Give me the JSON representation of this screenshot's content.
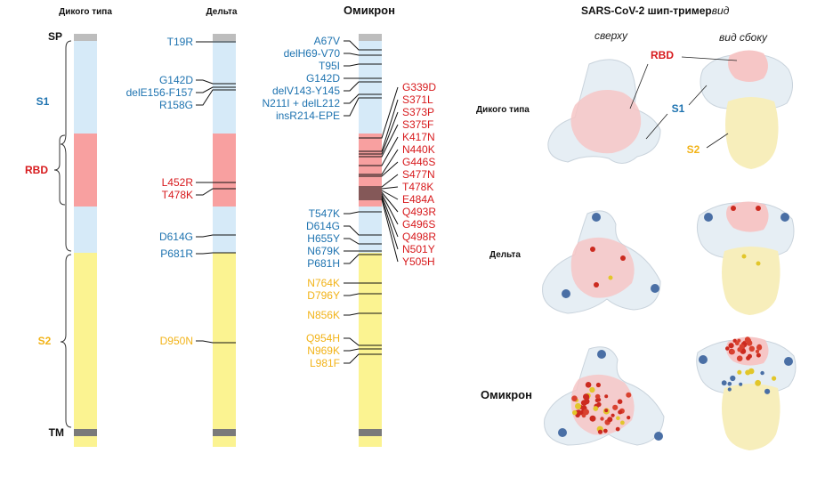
{
  "titles": {
    "wild_type": "Дикого типа",
    "delta": "Дельта",
    "omicron": "Омикрон",
    "trimer": "SARS-CoV-2 шип-тример",
    "trimer_suffix": "вид"
  },
  "regions": {
    "sp": "SP",
    "s1": "S1",
    "rbd": "RBD",
    "s2": "S2",
    "tm": "TM"
  },
  "delta_mutations": [
    {
      "label": "T19R",
      "group": "s1"
    },
    {
      "label": "G142D",
      "group": "s1"
    },
    {
      "label": "delE156-F157",
      "group": "s1"
    },
    {
      "label": "R158G",
      "group": "s1"
    },
    {
      "label": "L452R",
      "group": "rbd"
    },
    {
      "label": "T478K",
      "group": "rbd"
    },
    {
      "label": "D614G",
      "group": "s1"
    },
    {
      "label": "P681R",
      "group": "s1"
    },
    {
      "label": "D950N",
      "group": "s2"
    }
  ],
  "omicron_mutations_left": [
    {
      "label": "A67V",
      "group": "s1"
    },
    {
      "label": "delH69-V70",
      "group": "s1"
    },
    {
      "label": "T95I",
      "group": "s1"
    },
    {
      "label": "G142D",
      "group": "s1"
    },
    {
      "label": "delV143-Y145",
      "group": "s1"
    },
    {
      "label": "N211I + delL212",
      "group": "s1"
    },
    {
      "label": "insR214-EPE",
      "group": "s1"
    },
    {
      "label": "T547K",
      "group": "s1"
    },
    {
      "label": "D614G",
      "group": "s1"
    },
    {
      "label": "H655Y",
      "group": "s1"
    },
    {
      "label": "N679K",
      "group": "s1"
    },
    {
      "label": "P681H",
      "group": "s1"
    },
    {
      "label": "N764K",
      "group": "s2"
    },
    {
      "label": "D796Y",
      "group": "s2"
    },
    {
      "label": "N856K",
      "group": "s2"
    },
    {
      "label": "Q954H",
      "group": "s2"
    },
    {
      "label": "N969K",
      "group": "s2"
    },
    {
      "label": "L981F",
      "group": "s2"
    }
  ],
  "omicron_mutations_rbd": [
    "G339D",
    "S371L",
    "S373P",
    "S375F",
    "K417N",
    "N440K",
    "G446S",
    "S477N",
    "T478K",
    "E484A",
    "Q493R",
    "G496S",
    "Q498R",
    "N501Y",
    "Y505H"
  ],
  "structure": {
    "view_top": "сверху",
    "view_side": "вид сбоку",
    "row_labels": [
      "Дикого типа",
      "Дельта",
      "Омикрон"
    ],
    "rbd_label": "RBD",
    "s1_label": "S1",
    "s2_label": "S2"
  },
  "colors": {
    "s1": "#d6eaf8",
    "rbd": "#f8a0a0",
    "s2": "#fbf391",
    "sp_cap": "#bdbdbd",
    "tm_band": "#7a7a7a",
    "text_blue": "#1e73b0",
    "text_red": "#d7191c",
    "text_yellow": "#f2b318"
  }
}
